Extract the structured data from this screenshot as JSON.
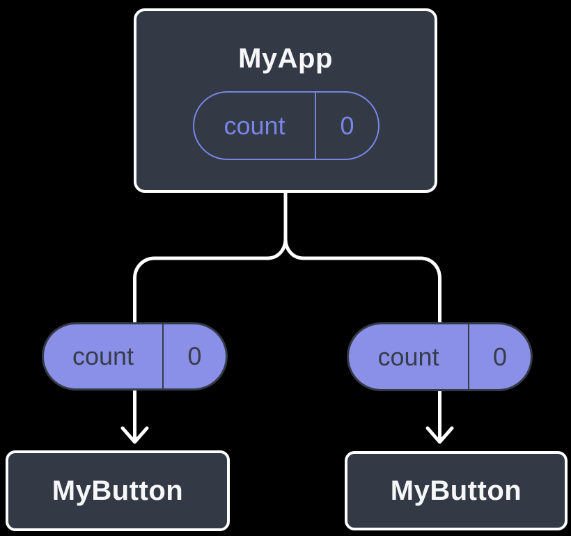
{
  "diagram": {
    "type": "component-tree",
    "root": {
      "label": "MyApp",
      "state_pill": {
        "name": "count",
        "value": "0"
      }
    },
    "children": [
      {
        "label": "MyButton",
        "prop_pill": {
          "name": "count",
          "value": "0"
        }
      },
      {
        "label": "MyButton",
        "prop_pill": {
          "name": "count",
          "value": "0"
        }
      }
    ],
    "colors": {
      "background": "#000000",
      "node_fill": "#333a46",
      "node_border": "#ffffff",
      "node_text": "#f6f7f9",
      "state_pill_accent": "#7a85e8",
      "prop_pill_fill": "#8a90e8",
      "prop_pill_border": "#343b47",
      "prop_pill_text": "#363d49",
      "connector": "#ffffff"
    }
  }
}
